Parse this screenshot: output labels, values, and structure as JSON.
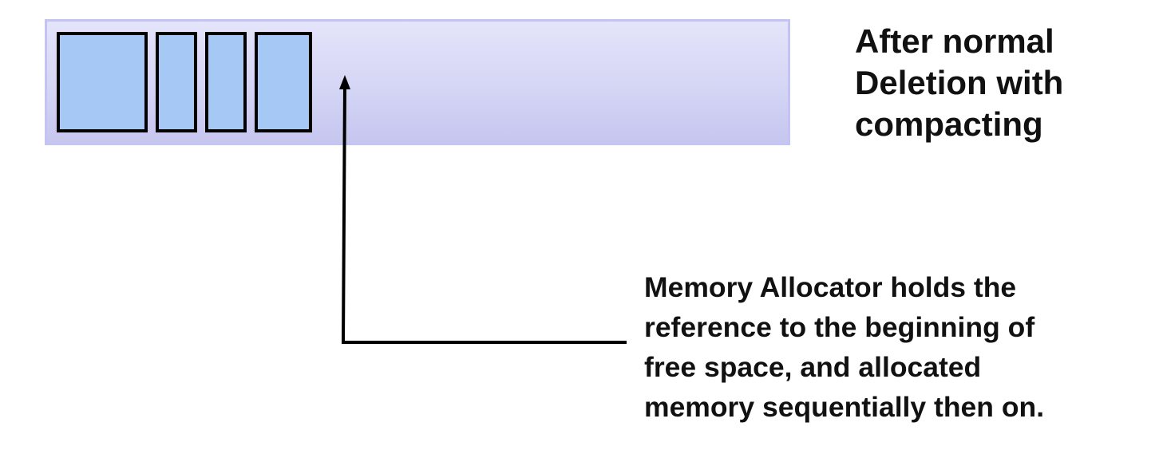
{
  "title": {
    "lines": [
      "After normal",
      "Deletion with",
      "compacting"
    ]
  },
  "annotation": {
    "lines": [
      "Memory Allocator holds the",
      "reference to the beginning of",
      "free space, and allocated",
      "memory sequentially then on."
    ]
  },
  "colors": {
    "block_fill": "#a5c8f5",
    "heap_fill_top": "#e4e4fa",
    "heap_fill_bottom": "#c6c6f0",
    "outline": "#000000"
  }
}
